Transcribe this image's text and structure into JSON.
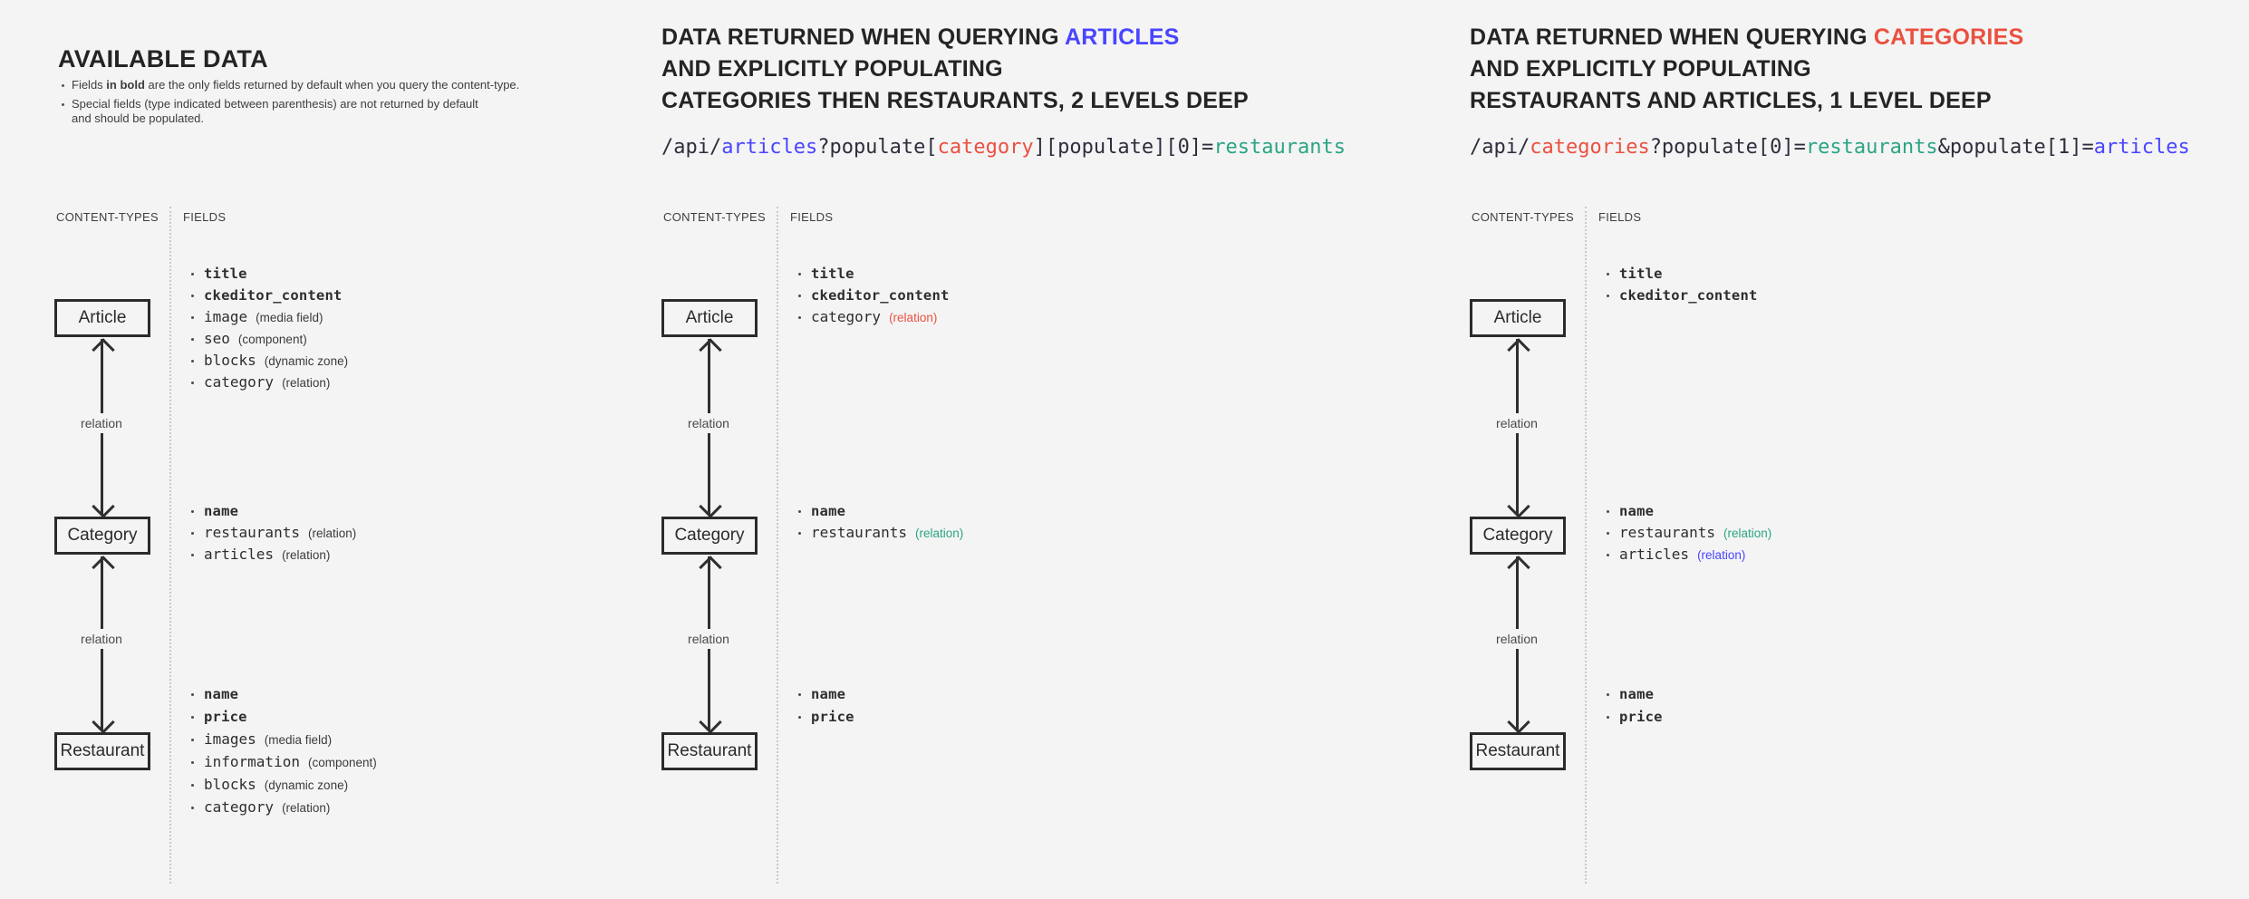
{
  "colors": {
    "background": "#f4f4f5",
    "dark": "#2b2b2b",
    "blue": "#4945ff",
    "red": "#ea5140",
    "teal": "#2ba484"
  },
  "columns": {
    "content_types": "CONTENT-TYPES",
    "fields": "FIELDS"
  },
  "relation": "relation",
  "boxes": {
    "article": "Article",
    "category": "Category",
    "restaurant": "Restaurant"
  },
  "panel1": {
    "title": "AVAILABLE DATA",
    "notes": {
      "n1_pre": "Fields ",
      "n1_bold": "in bold",
      "n1_post": " are the only fields returned by default when you query the content-type.",
      "n2_line1": "Special fields (type indicated between parenthesis) are not returned by default",
      "n2_line2": "and should be populated."
    },
    "fields": {
      "article": [
        {
          "name": "title",
          "bold": true
        },
        {
          "name": "ckeditor_content",
          "bold": true
        },
        {
          "name": "image",
          "type": "(media field)"
        },
        {
          "name": "seo",
          "type": "(component)"
        },
        {
          "name": "blocks",
          "type": "(dynamic zone)"
        },
        {
          "name": "category",
          "type": "(relation)"
        }
      ],
      "category": [
        {
          "name": "name",
          "bold": true
        },
        {
          "name": "restaurants",
          "type": "(relation)"
        },
        {
          "name": "articles",
          "type": "(relation)"
        }
      ],
      "restaurant": [
        {
          "name": "name",
          "bold": true
        },
        {
          "name": "price",
          "bold": true
        },
        {
          "name": "images",
          "type": "(media field)"
        },
        {
          "name": "information",
          "type": "(component)"
        },
        {
          "name": "blocks",
          "type": "(dynamic zone)"
        },
        {
          "name": "category",
          "type": "(relation)"
        }
      ]
    }
  },
  "panel2": {
    "heading": {
      "l1a": "DATA RETURNED WHEN QUERYING ",
      "l1b": "ARTICLES",
      "l2": "AND EXPLICITLY POPULATING",
      "l3": "CATEGORIES THEN RESTAURANTS, 2 LEVELS DEEP"
    },
    "code": {
      "s1": "/api/",
      "s2": "articles",
      "s3": "?populate[",
      "s4": "category",
      "s5": "][populate][0]=",
      "s6": "restaurants"
    },
    "fields": {
      "article": [
        {
          "name": "title",
          "bold": true
        },
        {
          "name": "ckeditor_content",
          "bold": true
        },
        {
          "name": "category",
          "type": "(relation)",
          "color": "red"
        }
      ],
      "category": [
        {
          "name": "name",
          "bold": true
        },
        {
          "name": "restaurants",
          "type": "(relation)",
          "color": "teal"
        }
      ],
      "restaurant": [
        {
          "name": "name",
          "bold": true
        },
        {
          "name": "price",
          "bold": true
        }
      ]
    }
  },
  "panel3": {
    "heading": {
      "l1a": "DATA RETURNED WHEN QUERYING ",
      "l1b": "CATEGORIES",
      "l2": "AND EXPLICITLY POPULATING",
      "l3": "RESTAURANTS AND ARTICLES, 1 LEVEL DEEP"
    },
    "code": {
      "s1": "/api/",
      "s2": "categories",
      "s3": "?populate[0]=",
      "s4": "restaurants",
      "s5": "&populate[1]=",
      "s6": "articles"
    },
    "fields": {
      "article": [
        {
          "name": "title",
          "bold": true
        },
        {
          "name": "ckeditor_content",
          "bold": true
        }
      ],
      "category": [
        {
          "name": "name",
          "bold": true
        },
        {
          "name": "restaurants",
          "type": "(relation)",
          "color": "teal"
        },
        {
          "name": "articles",
          "type": "(relation)",
          "color": "blue"
        }
      ],
      "restaurant": [
        {
          "name": "name",
          "bold": true
        },
        {
          "name": "price",
          "bold": true
        }
      ]
    }
  }
}
